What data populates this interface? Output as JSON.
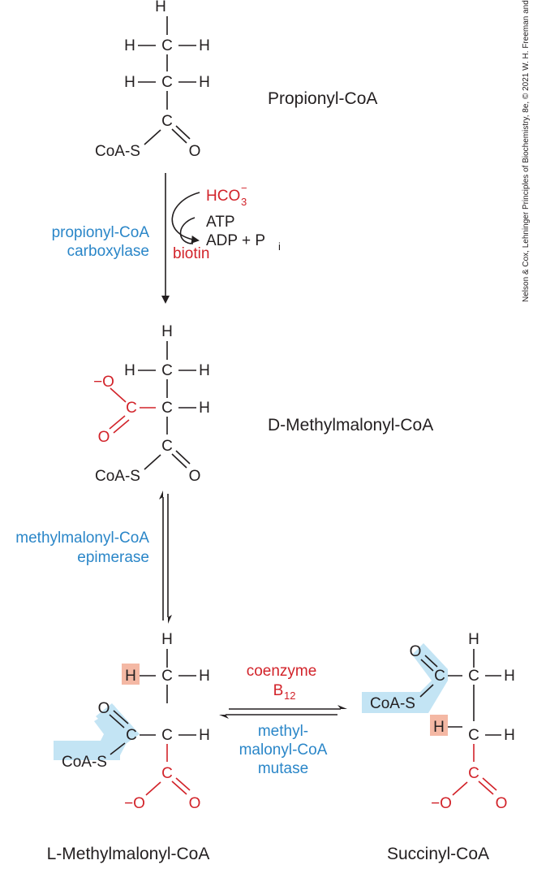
{
  "compounds": {
    "propionyl": "Propionyl-CoA",
    "d_methylmalonyl": "D-Methylmalonyl-CoA",
    "l_methylmalonyl": "L-Methylmalonyl-CoA",
    "succinyl": "Succinyl-CoA"
  },
  "enzymes": {
    "carboxylase_line1": "propionyl-CoA",
    "carboxylase_line2": "carboxylase",
    "epimerase_line1": "methylmalonyl-CoA",
    "epimerase_line2": "epimerase",
    "mutase_line1": "methyl-",
    "mutase_line2": "malonyl-CoA",
    "mutase_line3": "mutase"
  },
  "cofactors": {
    "bicarbonate": "HCO",
    "bicarbonate_sub": "3",
    "bicarbonate_sup": "−",
    "atp": "ATP",
    "biotin": "biotin",
    "adp_pi": "ADP + P",
    "pi_sub": "i",
    "coenzyme": "coenzyme",
    "b12": "B",
    "b12_sub": "12"
  },
  "atoms": {
    "H": "H",
    "C": "C",
    "O": "O",
    "coa_s": "CoA-S",
    "neg_o": "−O"
  },
  "credit": "Nelson & Cox, Lehninger Principles of Biochemistry, 8e, © 2021 W. H. Freeman and Company",
  "colors": {
    "black": "#231f20",
    "red": "#d2232a",
    "blue_text": "#2a86c8",
    "highlight_blue": "#c3e4f4",
    "highlight_orange": "#f4b8a4"
  }
}
